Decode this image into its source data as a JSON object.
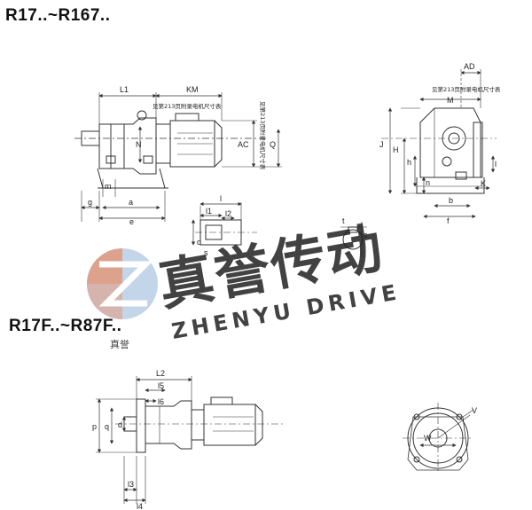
{
  "headings": {
    "r17_series": "R17..~R167..",
    "r17f_series": "R17F..~R87F.."
  },
  "notes": {
    "motor_ref": "见第213页附录电机尺寸表"
  },
  "labels": {
    "L1": "L1",
    "KM": "KM",
    "AC": "AC",
    "Q": "Q",
    "N": "N",
    "g": "g",
    "m": "m",
    "a": "a",
    "e": "e",
    "AD": "AD",
    "M": "M",
    "J": "J",
    "H": "H",
    "h": "h",
    "n": "n",
    "b": "b",
    "f": "f",
    "K": "K",
    "I": "l",
    "l": "l",
    "l1": "l1",
    "l2": "l2",
    "d": "d",
    "s": "s",
    "t": "t",
    "c": "c",
    "L2": "L2",
    "l5": "l5",
    "l6": "l6",
    "l3": "l3",
    "l4": "l4",
    "p": "p",
    "q": "q",
    "d2": "d",
    "V": "V",
    "W": "W"
  },
  "watermark": {
    "brand_cn": "真誉传动",
    "brand_en": "ZHENYU DRIVE",
    "stamp": "真誉",
    "colors": {
      "orange": "#e6774a",
      "blue": "#7ea5cf",
      "gray": "#b5b5b5"
    }
  },
  "colors": {
    "line": "#333333",
    "text": "#222222",
    "background": "#ffffff"
  }
}
